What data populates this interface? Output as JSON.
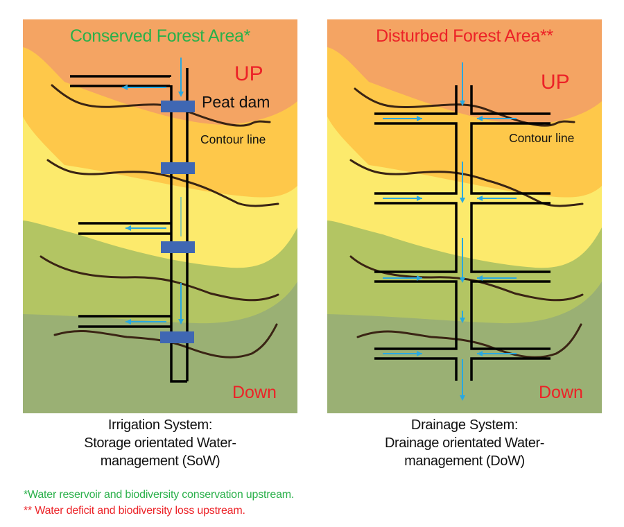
{
  "colors": {
    "band_orange": "#f4a463",
    "band_amber": "#fec84a",
    "band_yellow": "#fcea6c",
    "band_lightgreen": "#b3c563",
    "band_sagegreen": "#9ab074",
    "contour": "#3a2414",
    "channel": "#000000",
    "flow_arrow": "#29a8e0",
    "peat_dam": "#3f67b3",
    "green_text": "#2ab04a",
    "red_text": "#ec2227"
  },
  "left_panel": {
    "title": "Conserved Forest Area*",
    "up_label": "UP",
    "down_label": "Down",
    "peat_dam_label": "Peat dam",
    "contour_label": "Contour line",
    "dam_count": 4,
    "caption_line1": "Irrigation System:",
    "caption_line2": "Storage orientated Water-",
    "caption_line3": "management (SoW)"
  },
  "right_panel": {
    "title": "Disturbed Forest Area**",
    "up_label": "UP",
    "down_label": "Down",
    "contour_label": "Contour line",
    "junction_count": 4,
    "caption_line1": "Drainage System:",
    "caption_line2": "Drainage orientated Water-",
    "caption_line3": "management (DoW)"
  },
  "footnotes": [
    "*Water reservoir and biodiversity conservation upstream.",
    "** Water deficit and  biodiversity loss upstream."
  ]
}
